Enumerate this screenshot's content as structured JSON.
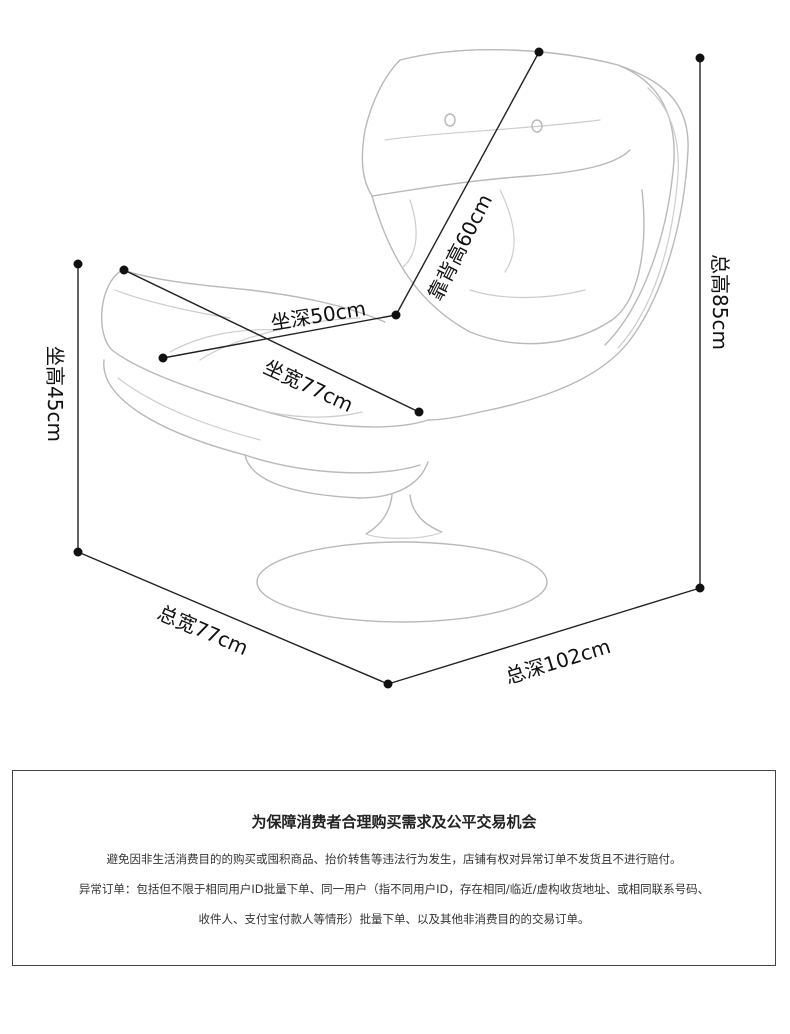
{
  "dimensions": {
    "seat_depth": "坐深50cm",
    "back_height": "靠背高60cm",
    "seat_width": "坐宽77cm",
    "seat_height": "坐高45cm",
    "total_height": "总高85cm",
    "total_width": "总宽77cm",
    "total_depth": "总深102cm"
  },
  "notice": {
    "title": "为保障消费者合理购买需求及公平交易机会",
    "lines": [
      "避免因非生活消费目的的购买或囤积商品、抬价转售等违法行为发生，店铺有权对异常订单不发货且不进行赔付。",
      "异常订单：包括但不限于相同用户ID批量下单、同一用户（指不同用户ID，存在相同/临近/虚构收货地址、或相同联系号码、",
      "收件人、支付宝付款人等情形）批量下单、以及其他非消费目的的交易订单。"
    ]
  }
}
